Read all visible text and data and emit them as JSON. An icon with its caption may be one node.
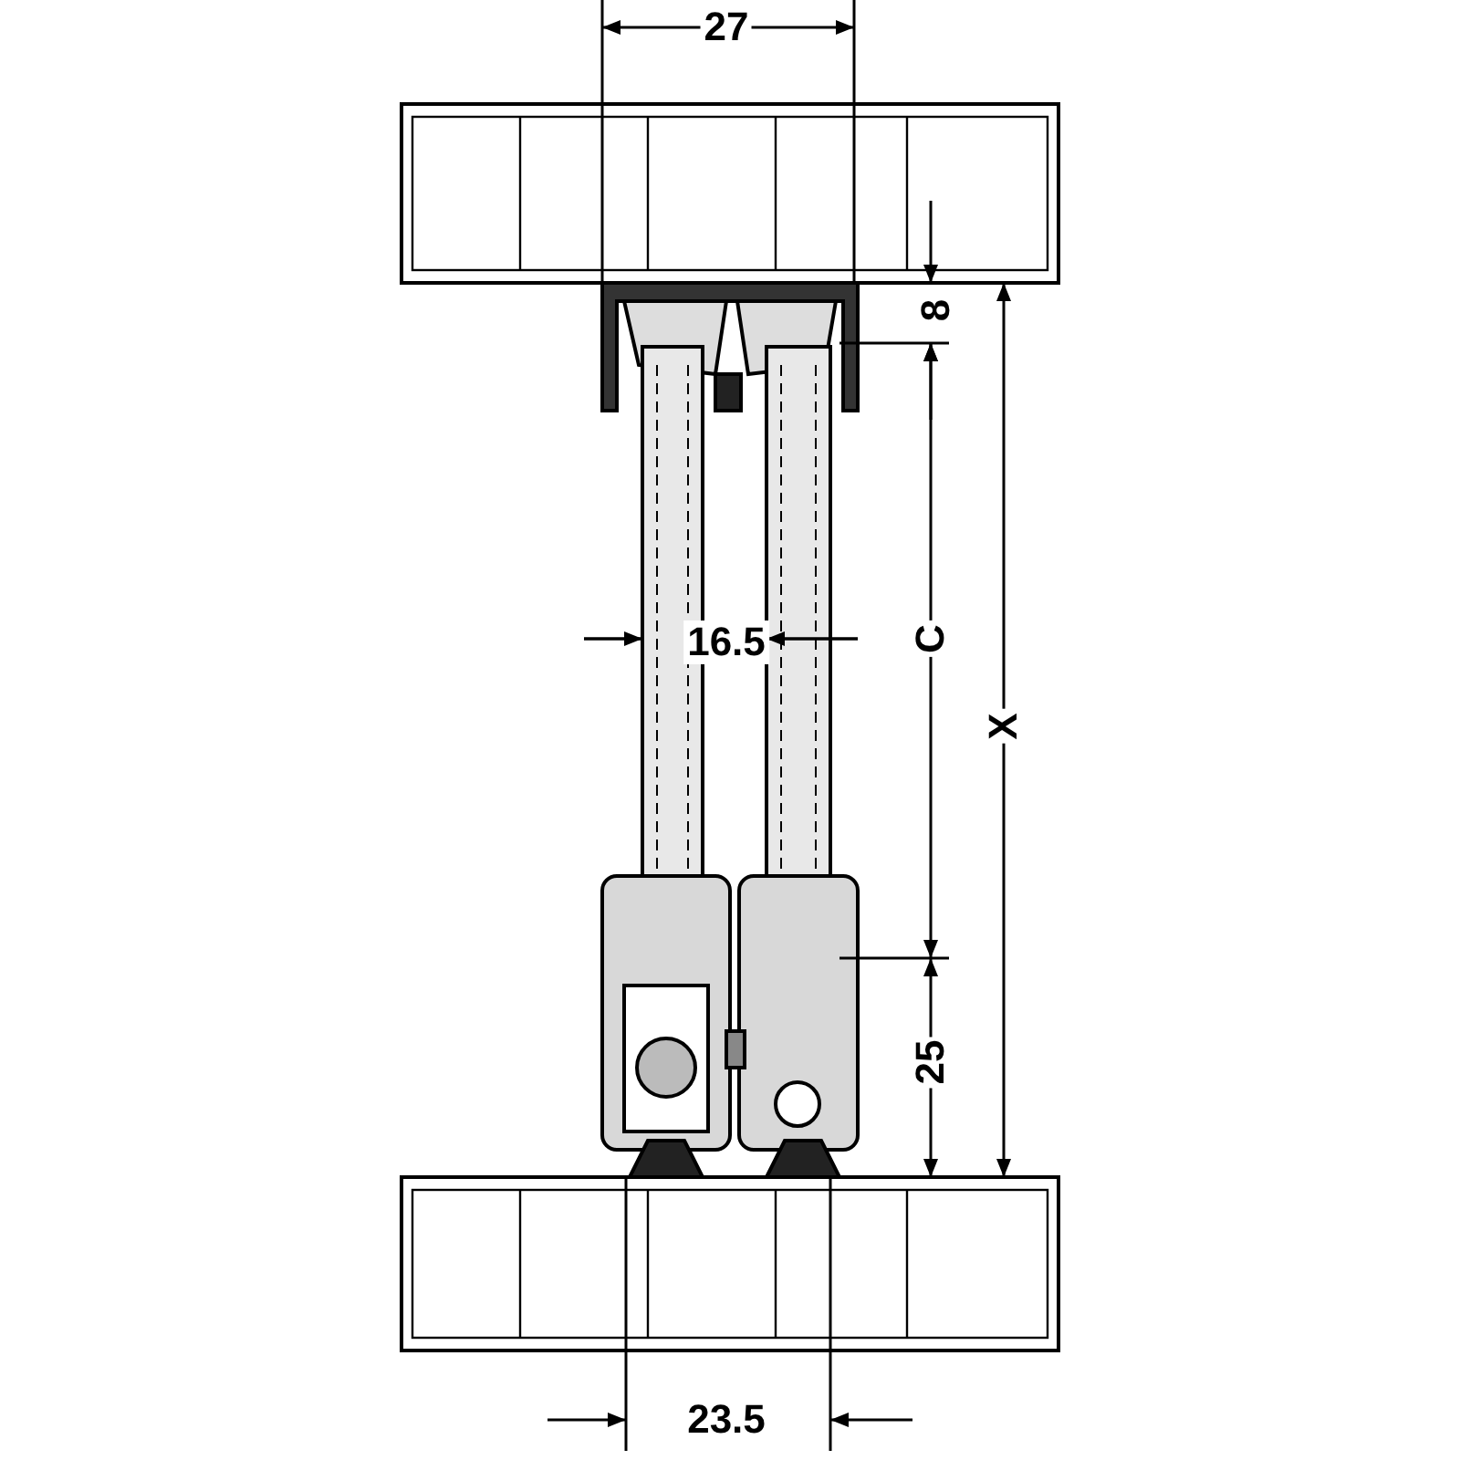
{
  "diagram": {
    "labels": [
      "27",
      "8",
      "16.5",
      "C",
      "X",
      "25",
      "23.5"
    ]
  }
}
